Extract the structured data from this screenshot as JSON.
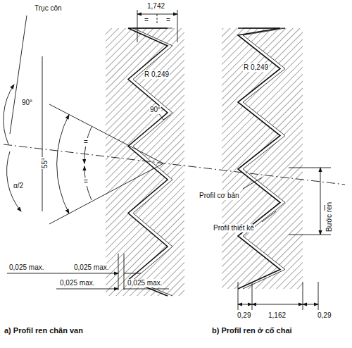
{
  "diagram": {
    "labels": [
      "Trục côn",
      "1,742",
      "=",
      "=",
      "R 0,249",
      "90°",
      "90°",
      "55°",
      "α/2",
      "=",
      "=",
      "R 0,249",
      "Profil cơ bản",
      "Profil thiết kế",
      "P",
      "Bước ren",
      "0,025 max.",
      "0,025 max.",
      "0,025 max.",
      "0,025 max.",
      "0,29",
      "1,162",
      "0,29",
      "a) Profil ren chân van",
      "b) Profil ren ở cổ chai"
    ]
  }
}
